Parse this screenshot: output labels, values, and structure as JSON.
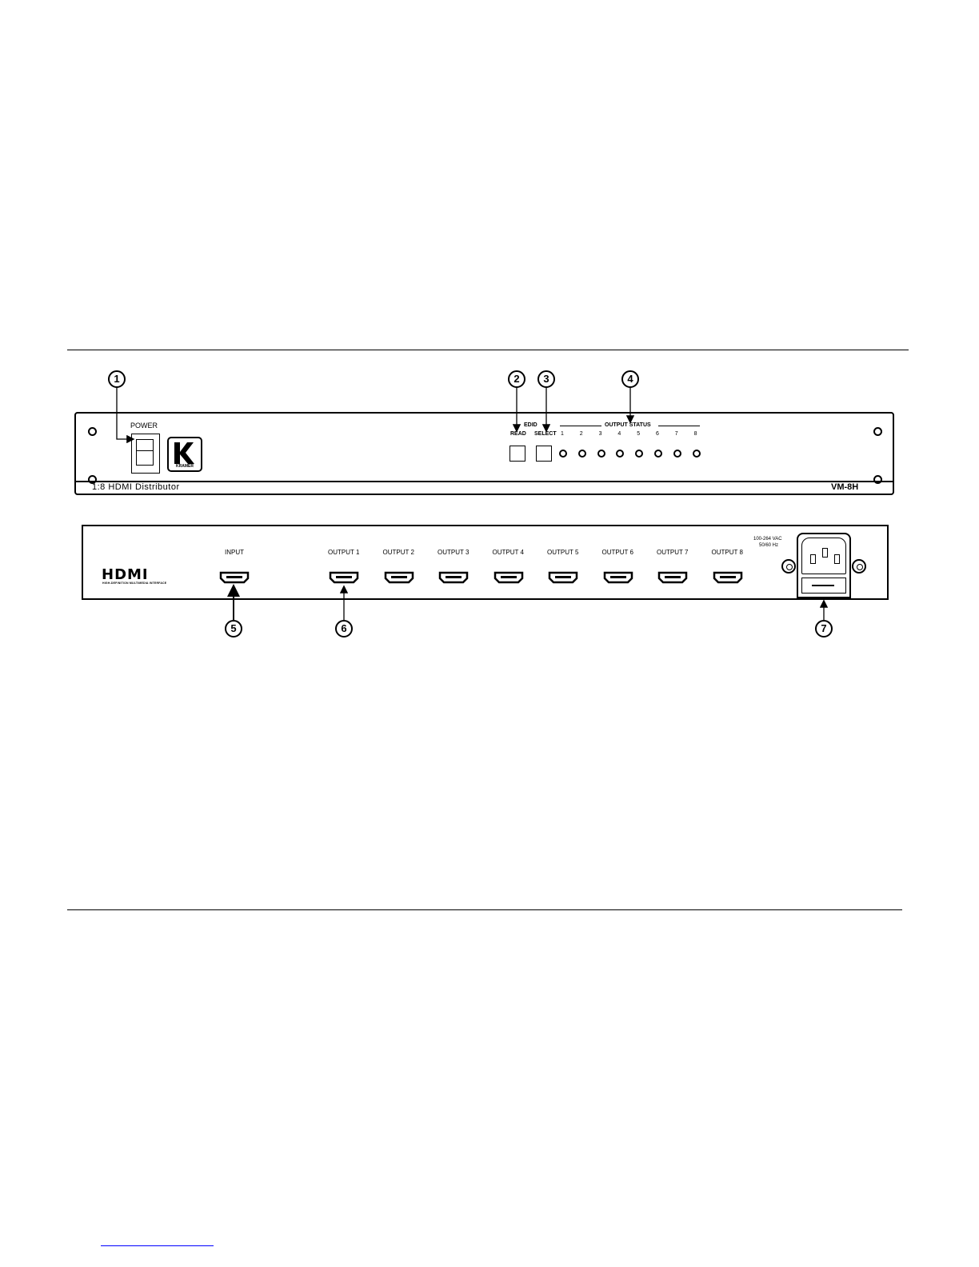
{
  "callouts": [
    "1",
    "2",
    "3",
    "4",
    "5",
    "6",
    "7"
  ],
  "front_panel": {
    "power_label": "POWER",
    "logo_text": "KRAMER",
    "edid_label": "EDID",
    "read_label": "READ",
    "select_label": "SELECT",
    "output_status_label": "OUTPUT STATUS",
    "output_numbers": [
      "1",
      "2",
      "3",
      "4",
      "5",
      "6",
      "7",
      "8"
    ],
    "product_name": "1:8 HDMI Distributor",
    "model": "VM-8H"
  },
  "rear_panel": {
    "hdmi_logo": "HDMI",
    "hdmi_tagline": "HIGH-DEFINITION MULTIMEDIA INTERFACE",
    "input_label": "INPUT",
    "output_labels": [
      "OUTPUT 1",
      "OUTPUT 2",
      "OUTPUT 3",
      "OUTPUT 4",
      "OUTPUT 5",
      "OUTPUT 6",
      "OUTPUT 7",
      "OUTPUT 8"
    ],
    "power_rating_line1": "100-264 VAC",
    "power_rating_line2": "50/60 Hz"
  },
  "colors": {
    "line": "#000000",
    "link": "#0000ff"
  }
}
